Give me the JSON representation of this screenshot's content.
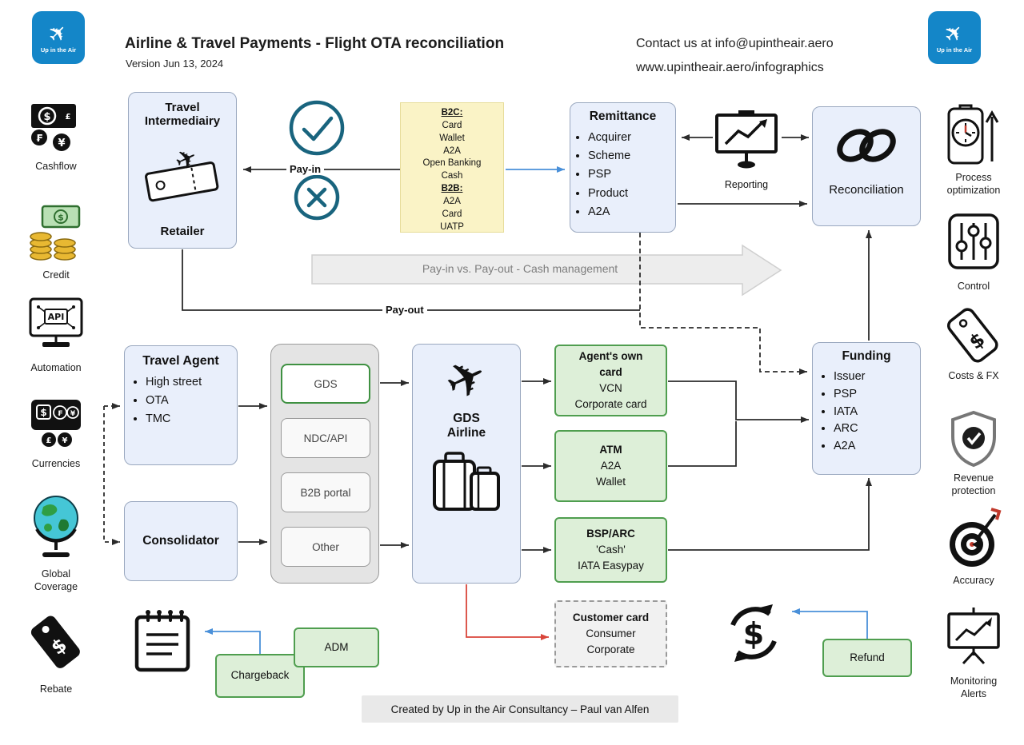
{
  "colors": {
    "accent_teal": "#19647e",
    "green_border": "#4f9e4f",
    "green_fill": "#ddefd8",
    "blue_box_fill": "#e9effb",
    "blue_box_border": "#9aa8bf",
    "yellow_note": "#faf3c6",
    "arrow_blue": "#4a90d9",
    "arrow_red": "#d9453a",
    "logo_blue": "#1486c8"
  },
  "header": {
    "title": "Airline & Travel Payments - Flight OTA reconciliation",
    "version": "Version Jun 13, 2024",
    "contact": "Contact us at info@upintheair.aero",
    "website": "www.upintheair.aero/infographics",
    "logo_label": "Up in the Air"
  },
  "left_sidebar": {
    "items": [
      {
        "label": "Cashflow"
      },
      {
        "label": "Credit"
      },
      {
        "label": "Automation"
      },
      {
        "label": "Currencies"
      },
      {
        "label": "Global Coverage"
      },
      {
        "label": "Rebate"
      }
    ]
  },
  "right_sidebar": {
    "items": [
      {
        "label": "Process optimization"
      },
      {
        "label": "Control"
      },
      {
        "label": "Costs & FX"
      },
      {
        "label": "Revenue protection"
      },
      {
        "label": "Accuracy"
      },
      {
        "label": "Monitoring Alerts"
      }
    ]
  },
  "diagram": {
    "travel_intermediary": {
      "title": "Travel Intermediairy",
      "subtitle": "Retailer"
    },
    "payin_label": "Pay-in",
    "payout_label": "Pay-out",
    "payment_note": {
      "b2c_label": "B2C:",
      "b2c_lines": [
        "Card",
        "Wallet",
        "A2A",
        "Open Banking",
        "Cash"
      ],
      "b2b_label": "B2B:",
      "b2b_lines": [
        "A2A",
        "Card",
        "UATP"
      ]
    },
    "remittance": {
      "title": "Remittance",
      "items": [
        "Acquirer",
        "Scheme",
        "PSP",
        "Product",
        "A2A"
      ]
    },
    "reporting_label": "Reporting",
    "reconciliation_title": "Reconciliation",
    "cash_management_label": "Pay-in vs. Pay-out - Cash management",
    "travel_agent": {
      "title": "Travel Agent",
      "items": [
        "High street",
        "OTA",
        "TMC"
      ]
    },
    "consolidator_title": "Consolidator",
    "channels": [
      "GDS",
      "NDC/API",
      "B2B portal",
      "Other"
    ],
    "gds_airline_title": "GDS Airline",
    "agent_card": {
      "title": "Agent's own card",
      "lines": [
        "VCN",
        "Corporate card"
      ]
    },
    "atm": {
      "title": "ATM",
      "lines": [
        "A2A",
        "Wallet"
      ]
    },
    "bsp": {
      "title": "BSP/ARC",
      "lines": [
        "'Cash'",
        "IATA Easypay"
      ]
    },
    "customer_card": {
      "title": "Customer card",
      "lines": [
        "Consumer",
        "Corporate"
      ]
    },
    "funding": {
      "title": "Funding",
      "items": [
        "Issuer",
        "PSP",
        "IATA",
        "ARC",
        "A2A"
      ]
    },
    "chargeback_label": "Chargeback",
    "adm_label": "ADM",
    "refund_label": "Refund"
  },
  "footer": {
    "credit": "Created by Up in the Air Consultancy – Paul van Alfen"
  }
}
